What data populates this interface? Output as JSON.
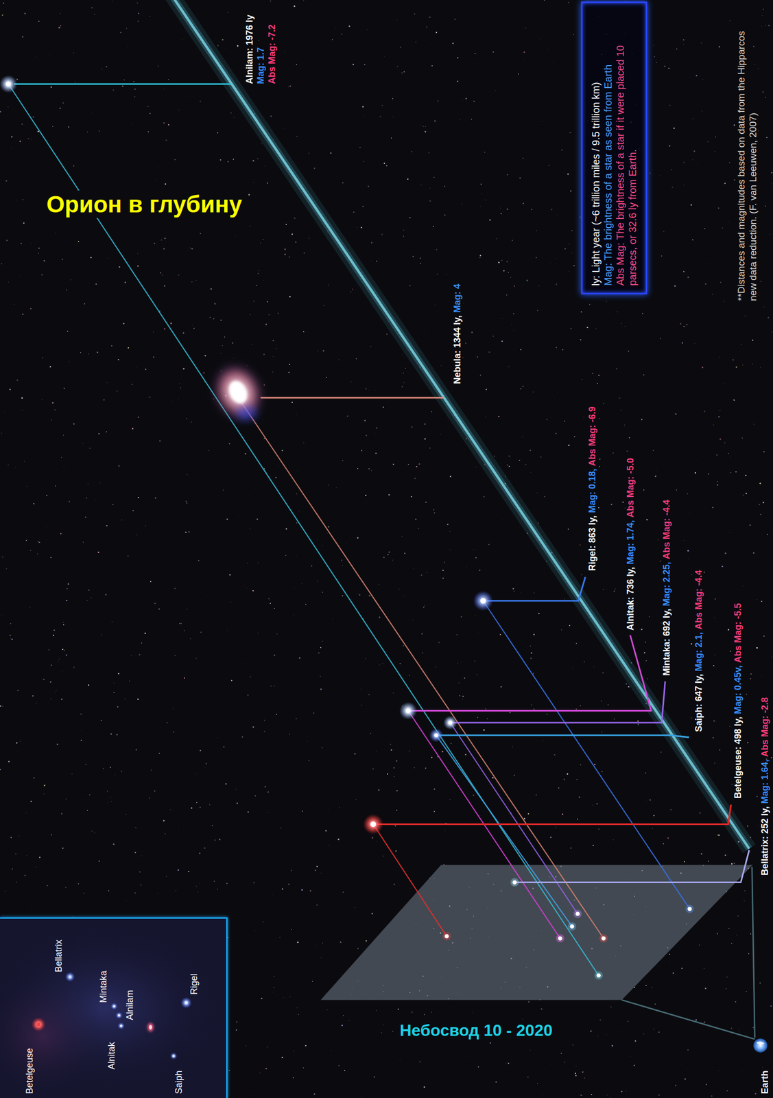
{
  "diagram": {
    "title": "Орион в глубину",
    "caption": "Небосвод 10 - 2020",
    "nodes": [
      {
        "text": [
          "ly: Light year (~6 trillion miles / 9.5 trillion km)",
          "Mag: The brightness of a star as seen from Earth",
          "Abs Mag: The brightness of a star if it were placed 10 parsecs, or 32.6 ly from Earth."
        ]
      },
      {
        "text": [
          "Betelgeuse",
          "Bellatrix",
          "Mintaka",
          "Alnilam",
          "Alnitak",
          "Rigel",
          "Saiph"
        ]
      }
    ],
    "labels": [
      "Alnilam: 1976 ly",
      "Mag: 1.7",
      "Abs Mag: -7.2",
      "Nebula: 1344 ly,",
      "Mag: 4",
      "Rigel: 863 ly,",
      "Mag: 0.18,",
      "Abs Mag: -6.9",
      "Alnitak: 736 ly,",
      "Mag: 1.74,",
      "Abs Mag: -5.0",
      "Mintaka: 692 ly,",
      "Mag: 2.25,",
      "Abs Mag: -4.4",
      "Saiph: 647 ly,",
      "Mag: 2.1,",
      "Abs Mag: -4.4",
      "Betelgeuse: 498 ly,",
      "Mag: 0.45v,",
      "Abs Mag: -5.5",
      "Bellatrix: 252 ly,",
      "Mag: 1.64,",
      "Abs Mag: -2.8",
      "Earth",
      "**Distances and magnitudes based on data from the Hipparcos new data reduction. (F. van Leeuwen, 2007)"
    ]
  }
}
